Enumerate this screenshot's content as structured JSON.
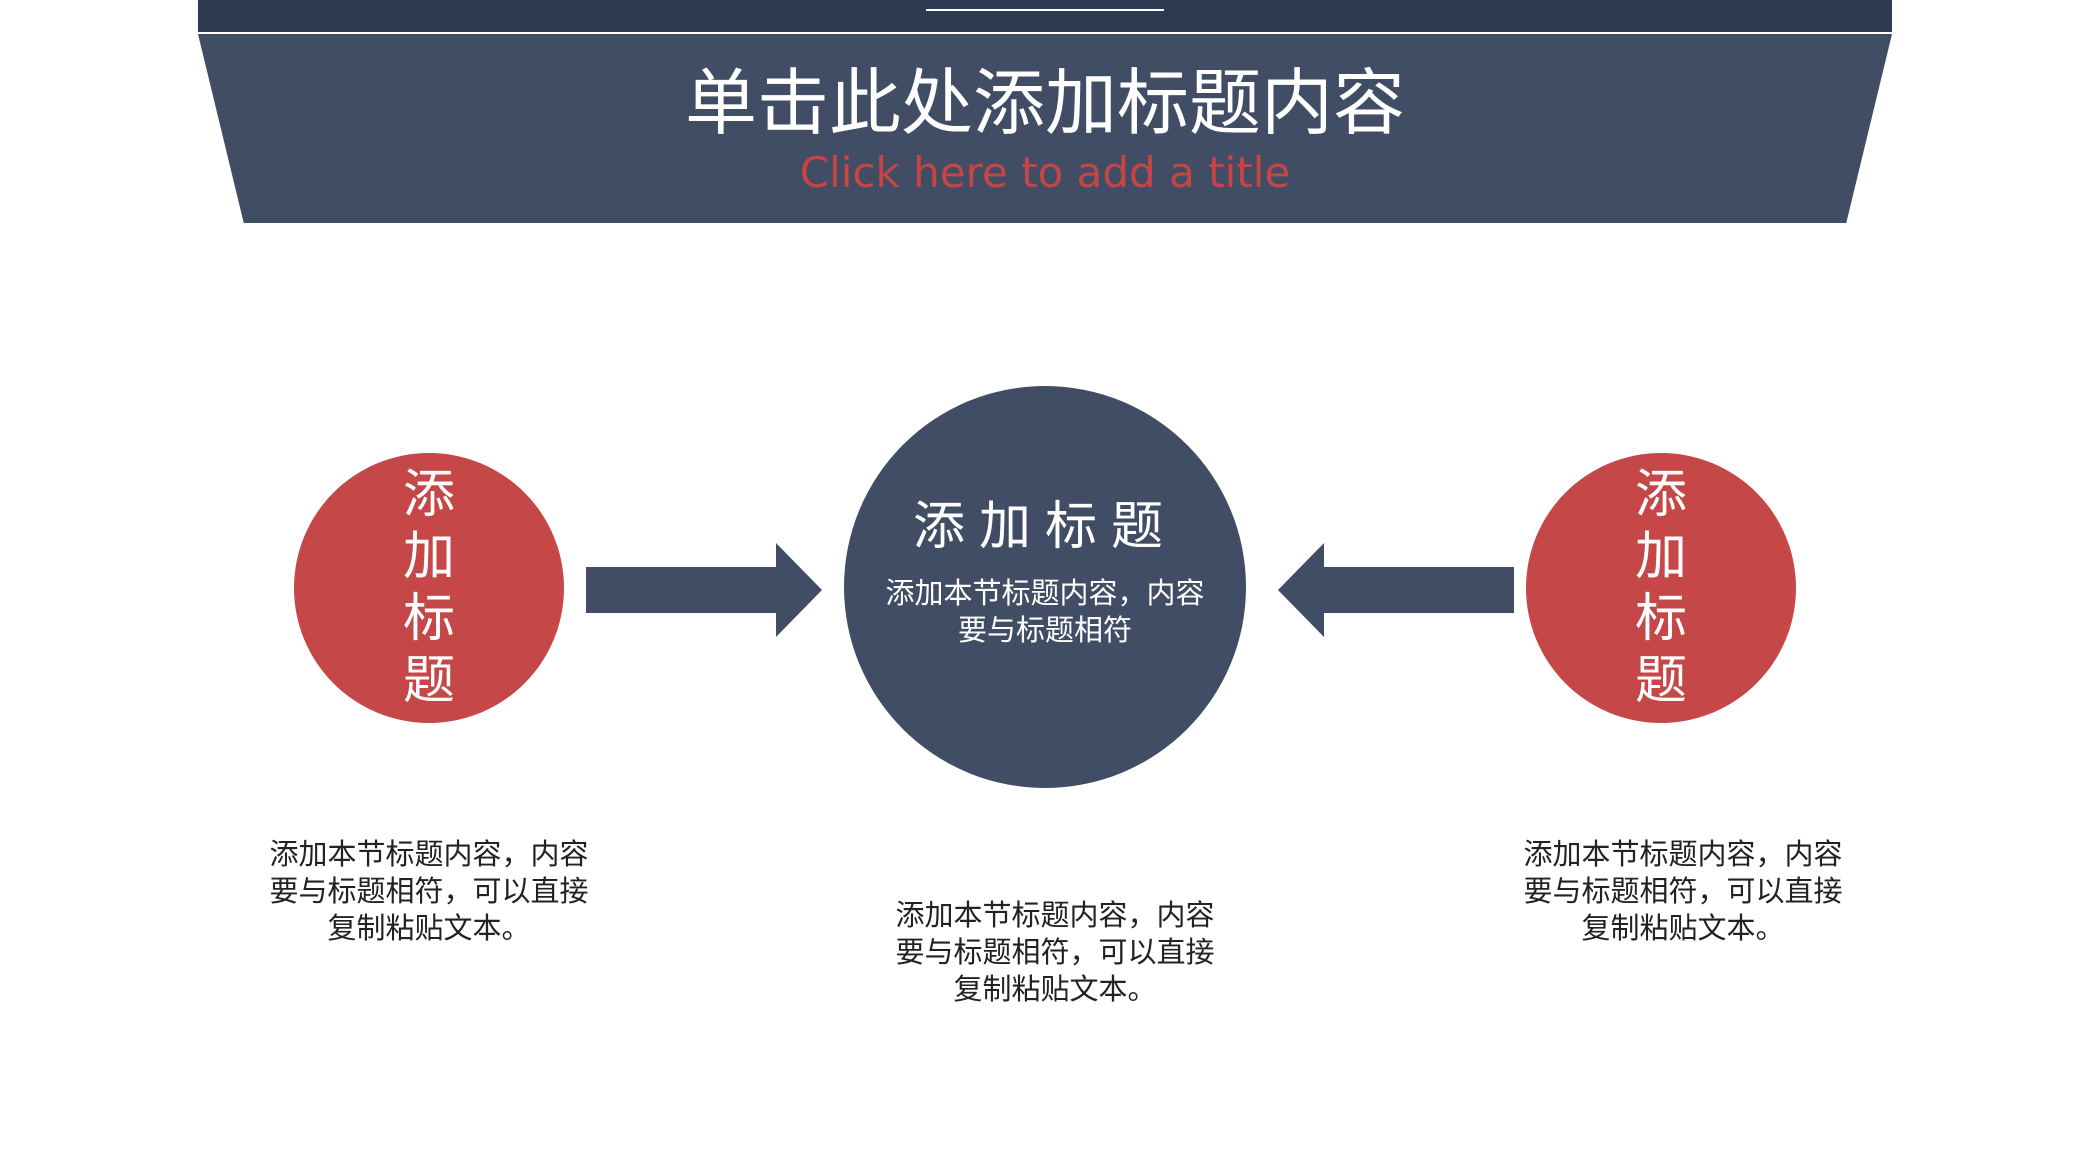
{
  "header": {
    "title_cn": "单击此处添加标题内容",
    "title_en": "Click here to add a title"
  },
  "left_node": {
    "title": "添加标题",
    "description": "添加本节标题内容，内容要与标题相符，可以直接复制粘贴文本。"
  },
  "center_node": {
    "title": "添加标题",
    "subtitle": "添加本节标题内容，内容要与标题相符",
    "description": "添加本节标题内容，内容要与标题相符，可以直接复制粘贴文本。"
  },
  "right_node": {
    "title": "添加标题",
    "description": "添加本节标题内容，内容要与标题相符，可以直接复制粘贴文本。"
  },
  "colors": {
    "navy": "#414d64",
    "navy_dark": "#2d3a51",
    "red": "#c64747",
    "subtitle_red": "#c64545"
  }
}
